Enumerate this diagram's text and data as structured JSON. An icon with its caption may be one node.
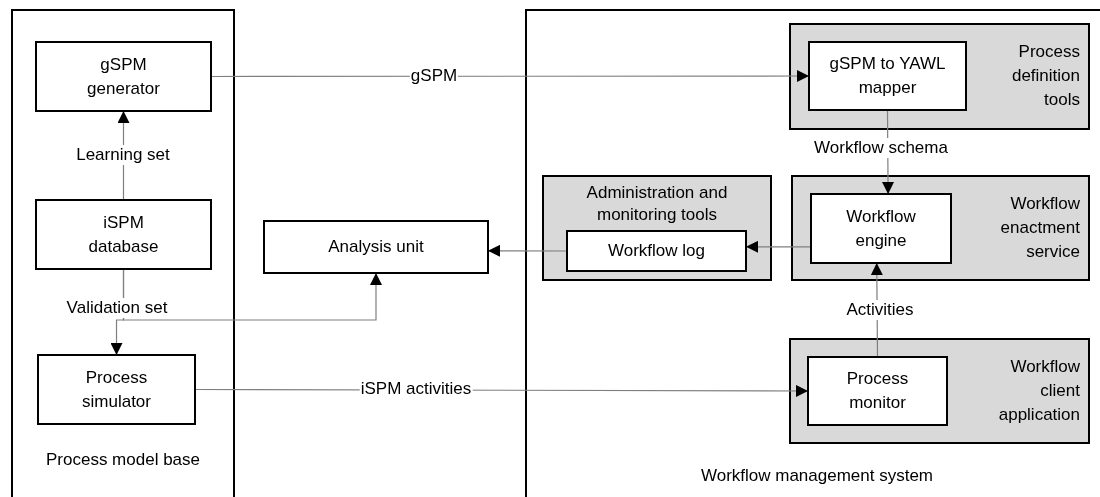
{
  "diagram": {
    "nodes": [
      {
        "text": [
          "Process model base"
        ]
      },
      {
        "text": [
          "gSPM generator"
        ],
        "in": 0
      },
      {
        "text": [
          "iSPM database"
        ],
        "in": 0
      },
      {
        "text": [
          "Process simulator"
        ],
        "in": 0
      },
      {
        "text": [
          "Analysis unit"
        ]
      },
      {
        "text": [
          "Workflow management system"
        ]
      },
      {
        "text": [
          "Process definition tools"
        ],
        "in": 5
      },
      {
        "text": [
          "gSPM to YAWL mapper"
        ],
        "in": 6
      },
      {
        "text": [
          "Administration and monitoring tools"
        ],
        "in": 5
      },
      {
        "text": [
          "Workflow log"
        ],
        "in": 8
      },
      {
        "text": [
          "Workflow enactment service"
        ],
        "in": 5
      },
      {
        "text": [
          "Workflow engine"
        ],
        "in": 10
      },
      {
        "text": [
          "Workflow client application"
        ],
        "in": 5
      },
      {
        "text": [
          "Process monitor"
        ],
        "in": 12
      }
    ],
    "edges": [
      {
        "from": 1,
        "to": 7,
        "arrow": "to",
        "label": "gSPM"
      },
      {
        "from": 2,
        "to": 1,
        "arrow": "to",
        "label": "Learning set"
      },
      {
        "from": 2,
        "to": 3,
        "arrow": "to",
        "label": "Validation set"
      },
      {
        "from": 2,
        "to": 4,
        "arrow": "to"
      },
      {
        "from": 3,
        "to": 13,
        "arrow": "to",
        "label": "iSPM activities"
      },
      {
        "from": 11,
        "to": 9,
        "arrow": "to"
      },
      {
        "from": 9,
        "to": 4,
        "arrow": "to"
      },
      {
        "from": 7,
        "to": 11,
        "arrow": "to",
        "label": "Workflow schema"
      },
      {
        "from": 13,
        "to": 11,
        "arrow": "to",
        "label": "Activities"
      }
    ]
  }
}
